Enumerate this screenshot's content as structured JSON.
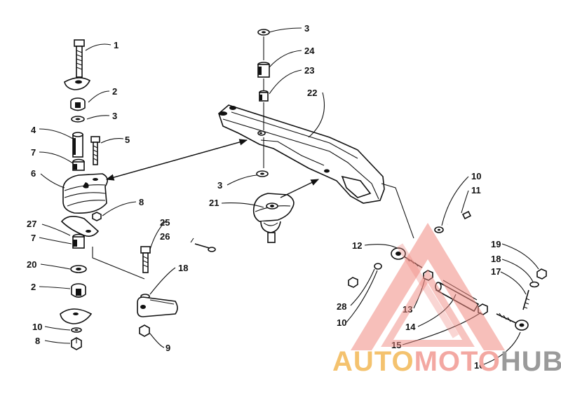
{
  "callouts": [
    "1",
    "2",
    "3",
    "4",
    "5",
    "7",
    "6",
    "8",
    "27",
    "7",
    "20",
    "2",
    "10",
    "8",
    "25",
    "26",
    "18",
    "9",
    "3",
    "24",
    "23",
    "22",
    "3",
    "21",
    "10",
    "11",
    "12",
    "28",
    "10",
    "13",
    "14",
    "15",
    "19",
    "18",
    "17",
    "16"
  ],
  "watermark": {
    "part_a": "AUTO",
    "part_b": "MOTO",
    "part_c": "HUB",
    "colors": {
      "gold": "#f4c26e",
      "red": "#f08a82",
      "gray": "#9a9a9a"
    }
  }
}
